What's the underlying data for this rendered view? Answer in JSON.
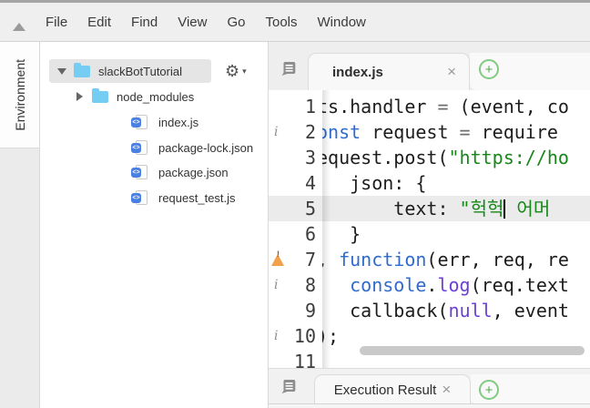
{
  "icons": {
    "info": "i",
    "warning_bang": "!",
    "gear": "⚙",
    "caret": "▾",
    "close": "×",
    "plus": "+"
  },
  "menu_bar": {
    "items": [
      "File",
      "Edit",
      "Find",
      "View",
      "Go",
      "Tools",
      "Window"
    ]
  },
  "sidebar": {
    "tab_label": "Environment"
  },
  "file_tree": {
    "root_folder": "slackBotTutorial",
    "items": [
      "node_modules",
      "index.js",
      "package-lock.json",
      "package.json",
      "request_test.js"
    ]
  },
  "editor": {
    "tab_label": "index.js",
    "lines": [
      {
        "num": "1",
        "tokens": [
          {
            "t": "ts.handler ",
            "c": "tok-plain"
          },
          {
            "t": "=",
            "c": "tok-op"
          },
          {
            "t": " (event, co",
            "c": "tok-plain"
          }
        ]
      },
      {
        "num": "2",
        "tokens": [
          {
            "t": "onst",
            "c": "tok-kw"
          },
          {
            "t": " request ",
            "c": "tok-plain"
          },
          {
            "t": "=",
            "c": "tok-op"
          },
          {
            "t": " require",
            "c": "tok-plain"
          }
        ]
      },
      {
        "num": "3",
        "tokens": [
          {
            "t": "equest.post(",
            "c": "tok-plain"
          },
          {
            "t": "\"https://ho",
            "c": "tok-str"
          }
        ]
      },
      {
        "num": "4",
        "tokens": [
          {
            "t": "   json: {",
            "c": "tok-plain"
          }
        ]
      },
      {
        "num": "5",
        "tokens": [
          {
            "t": "       text: ",
            "c": "tok-plain"
          },
          {
            "t": "\"헉헉",
            "c": "tok-str"
          },
          {
            "t": " 어머",
            "c": "tok-str"
          }
        ]
      },
      {
        "num": "6",
        "tokens": [
          {
            "t": "   }",
            "c": "tok-plain"
          }
        ]
      },
      {
        "num": "7",
        "tokens": [
          {
            "t": ", ",
            "c": "tok-plain"
          },
          {
            "t": "function",
            "c": "tok-kw"
          },
          {
            "t": "(err, req, re",
            "c": "tok-plain"
          }
        ]
      },
      {
        "num": "8",
        "tokens": [
          {
            "t": "   ",
            "c": "tok-plain"
          },
          {
            "t": "console",
            "c": "tok-kw"
          },
          {
            "t": ".",
            "c": "tok-plain"
          },
          {
            "t": "log",
            "c": "tok-pur"
          },
          {
            "t": "(req.text",
            "c": "tok-plain"
          }
        ]
      },
      {
        "num": "9",
        "tokens": [
          {
            "t": "   callback(",
            "c": "tok-plain"
          },
          {
            "t": "null",
            "c": "tok-pur"
          },
          {
            "t": ", event",
            "c": "tok-plain"
          }
        ]
      },
      {
        "num": "10",
        "tokens": [
          {
            "t": ");",
            "c": "tok-plain"
          }
        ]
      },
      {
        "num": "11",
        "tokens": []
      }
    ]
  },
  "bottom_panel": {
    "tab_label": "Execution Result"
  },
  "colors": {
    "keyword_blue": "#2f6bcc",
    "string_green": "#17871a",
    "builtin_purple": "#6b3fd4",
    "warning_orange": "#f2a04a",
    "plus_green": "#82c982",
    "folder_blue": "#76cdf3",
    "file_badge_blue": "#4a80e4",
    "selection_gray": "#e5e5e5",
    "active_line_gray": "#ebebeb"
  }
}
